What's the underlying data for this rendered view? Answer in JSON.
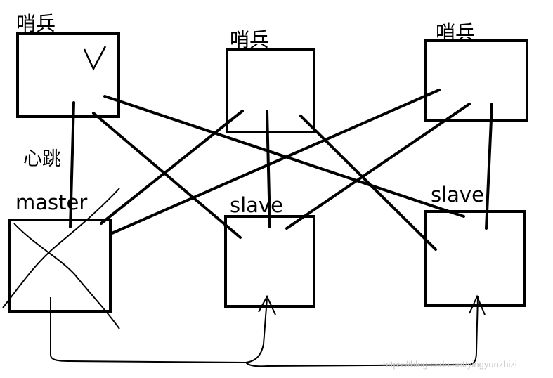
{
  "sentinels": [
    {
      "label": "哨兵",
      "check": "V"
    },
    {
      "label": "哨兵"
    },
    {
      "label": "哨兵"
    }
  ],
  "nodes": {
    "master": {
      "label": "master"
    },
    "slave_1": {
      "label": "slave"
    },
    "slave_2": {
      "label": "slave"
    }
  },
  "heartbeat_label": "心跳",
  "watermark": "https://blog.csdn.net/yingyunzhizi",
  "colors": {
    "ink": "#000000",
    "background": "#ffffff",
    "watermark": "#c8c8c8"
  }
}
